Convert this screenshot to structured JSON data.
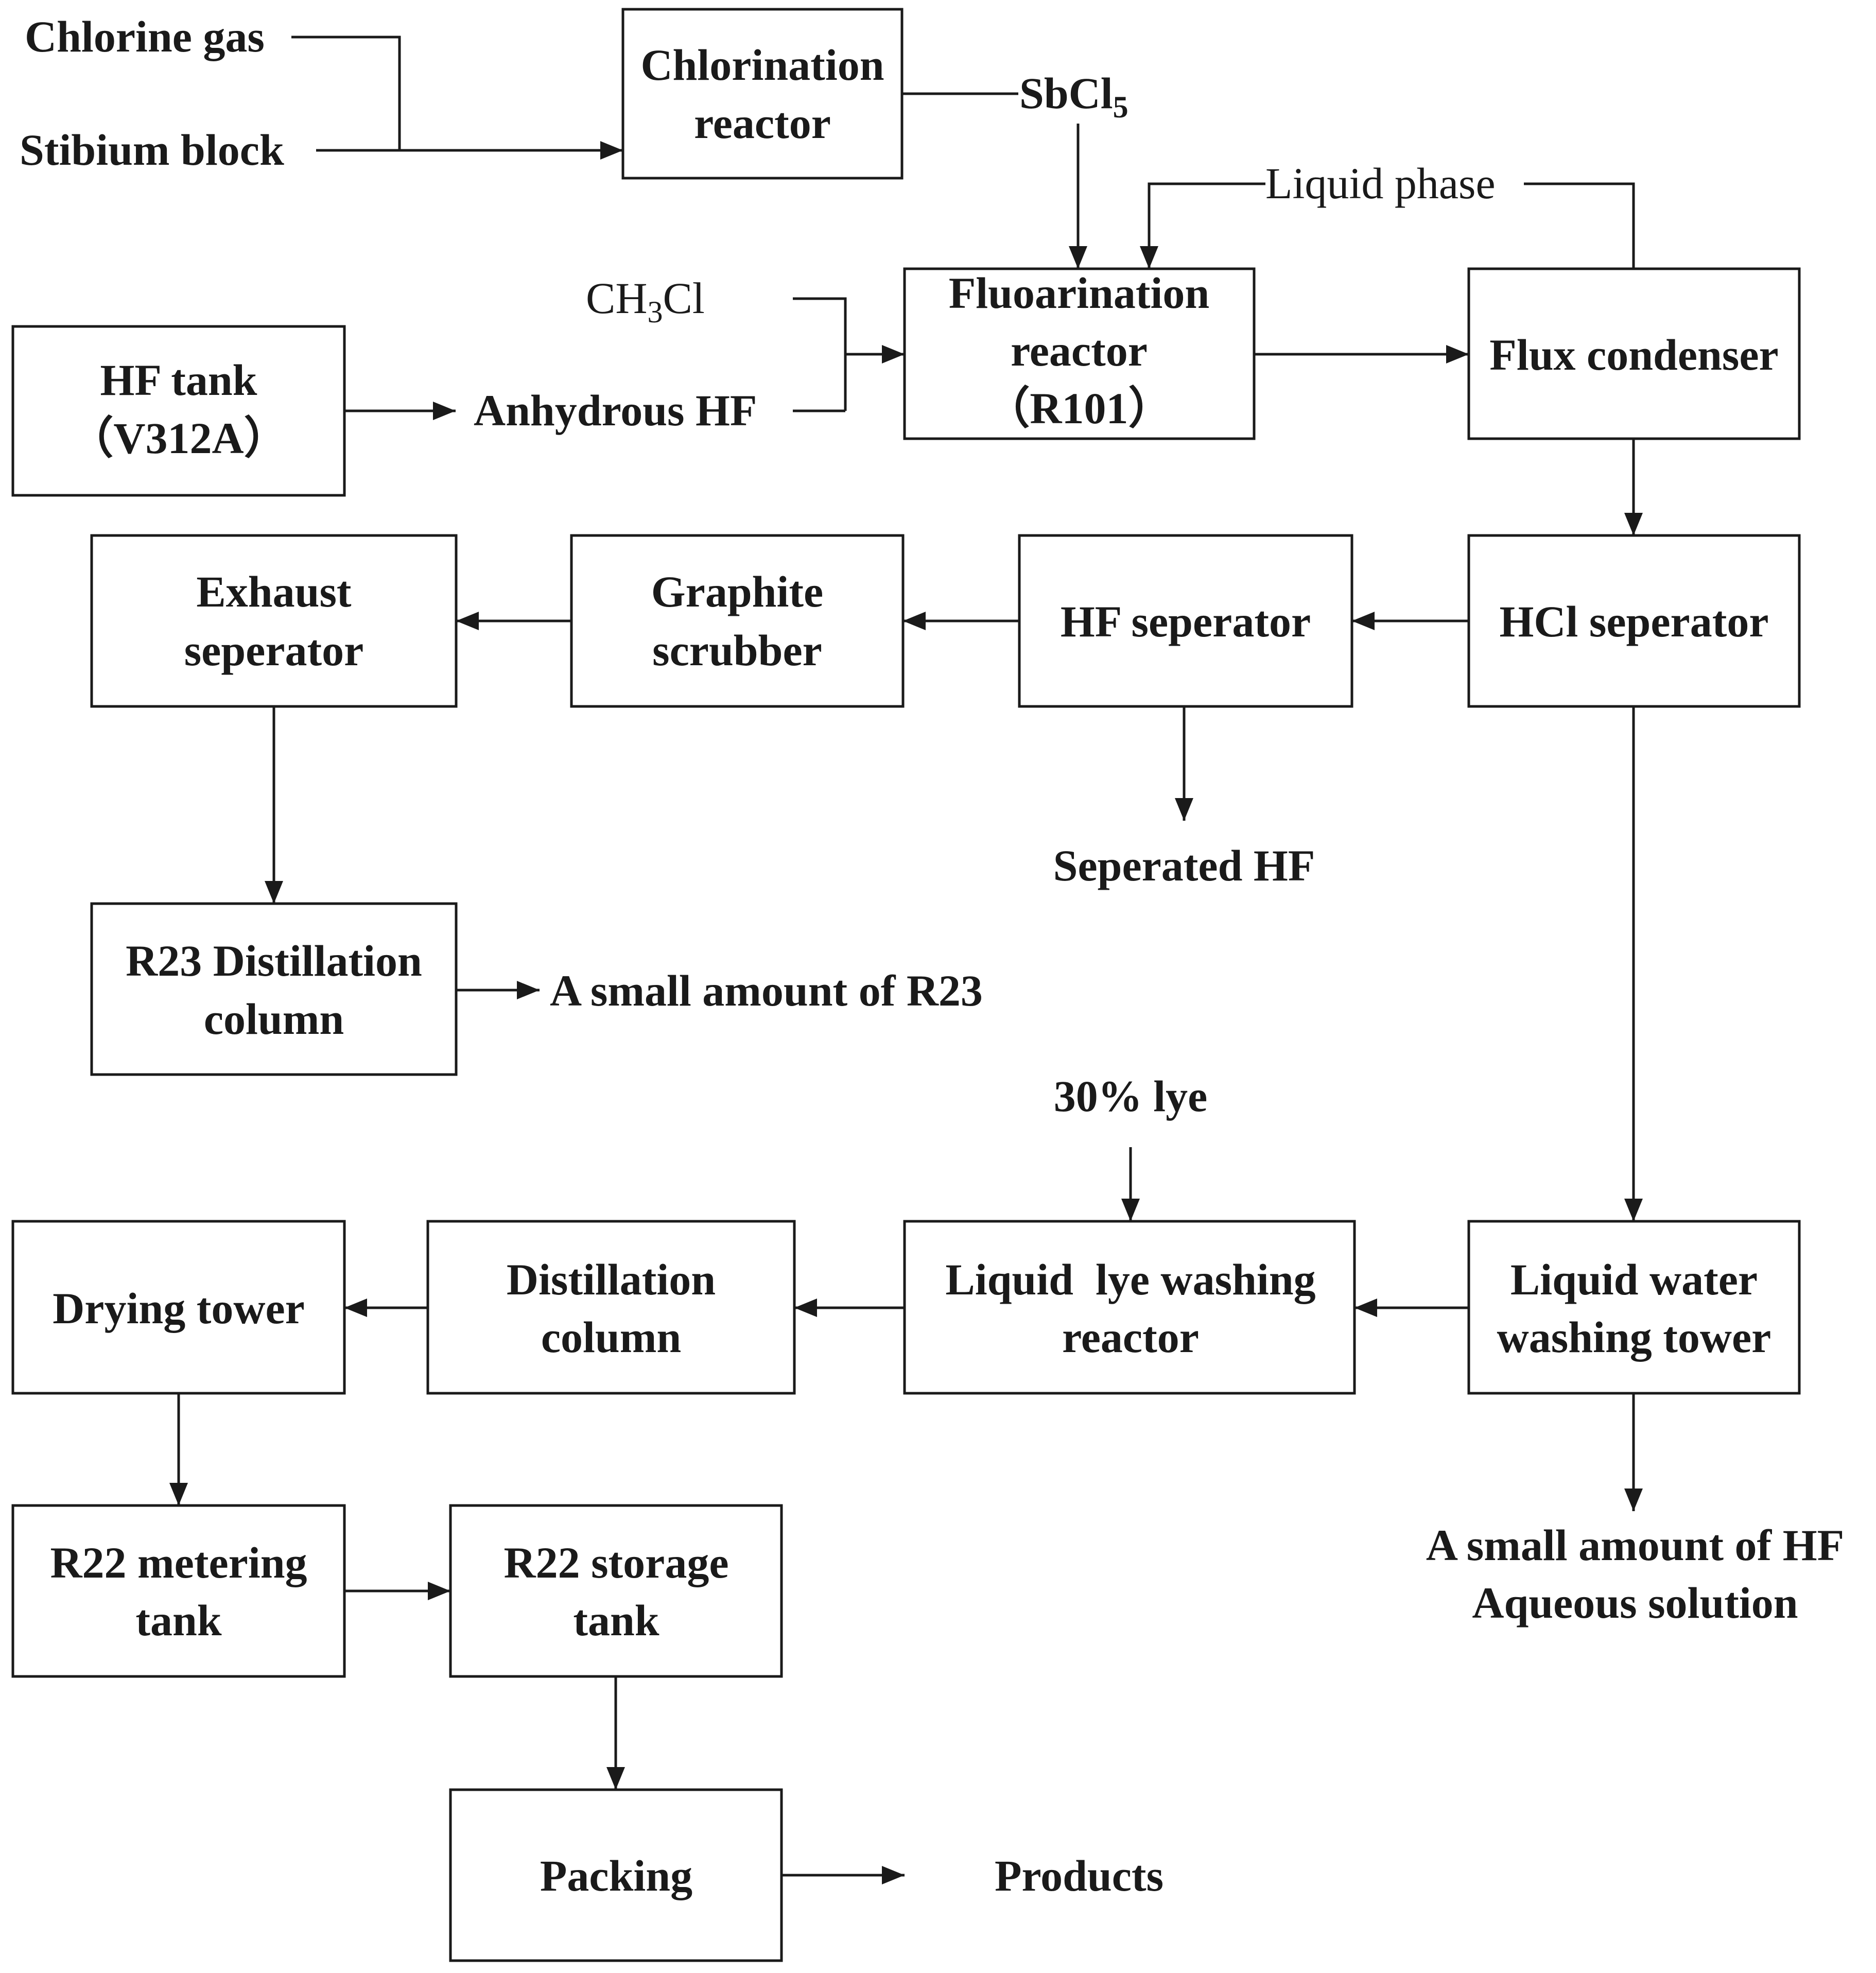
{
  "boxes": {
    "chlorination": [
      "Chlorination",
      "reactor"
    ],
    "hf_tank": [
      "HF tank",
      "（V312A）"
    ],
    "fluorination": [
      "Fluoarination",
      "reactor",
      "（R101）"
    ],
    "flux_condenser": [
      "Flux condenser"
    ],
    "exhaust_sep": [
      "Exhaust",
      "seperator"
    ],
    "graphite": [
      "Graphite",
      "scrubber"
    ],
    "hf_sep": [
      "HF seperator"
    ],
    "hcl_sep": [
      "HCl seperator"
    ],
    "r23_col": [
      "R23 Distillation",
      "column"
    ],
    "drying": [
      "Drying tower"
    ],
    "distill": [
      "Distillation",
      "column"
    ],
    "lye_wash": [
      "Liquid  lye washing",
      "reactor"
    ],
    "water_wash": [
      "Liquid water",
      "washing tower"
    ],
    "r22_meter": [
      "R22 metering",
      "tank"
    ],
    "r22_storage": [
      "R22 storage",
      "tank"
    ],
    "packing": [
      "Packing"
    ]
  },
  "labels": {
    "chlorine_gas": "Chlorine gas",
    "stibium_block": "Stibium block",
    "sbcl5_main": "SbCl",
    "sbcl5_sub": "5",
    "liquid_phase": "Liquid phase",
    "ch3cl_a": "CH",
    "ch3cl_sub": "3",
    "ch3cl_b": "Cl",
    "anhydrous_hf": "Anhydrous HF",
    "separated_hf": "Seperated HF",
    "small_r23": "A small amount of R23",
    "lye_30": "30% lye",
    "small_hf_1": "A small amount of HF",
    "small_hf_2": "Aqueous solution",
    "products": "Products"
  }
}
